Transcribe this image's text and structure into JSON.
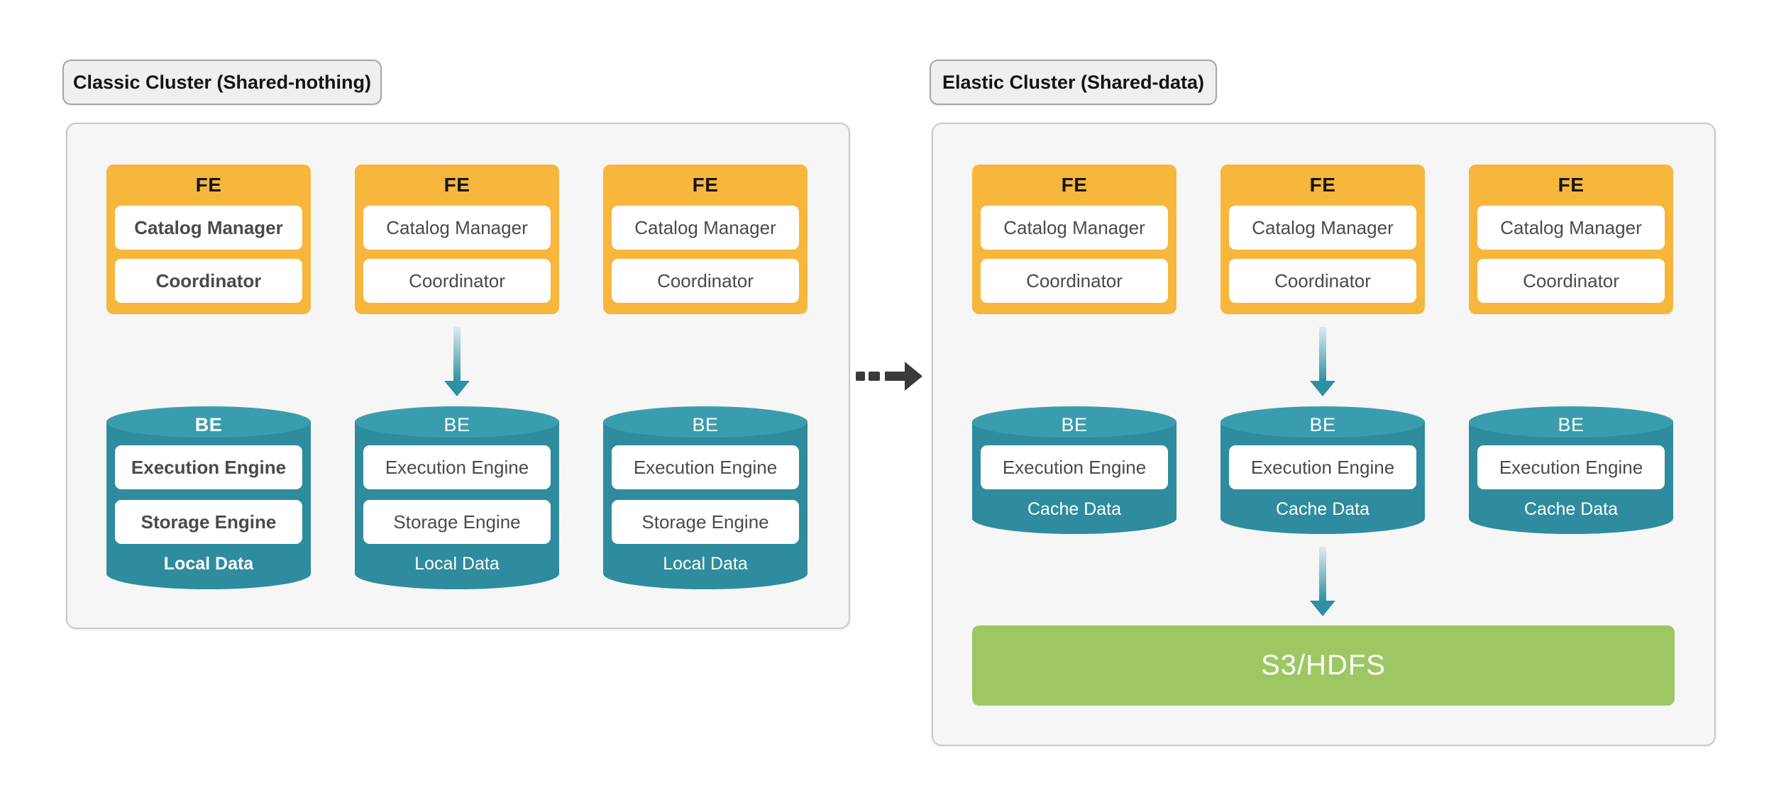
{
  "colors": {
    "fe_fill": "#F7B63C",
    "be_body": "#2E8C9E",
    "be_top": "#3A9DAD",
    "storage_fill": "#9CC763",
    "panel_bg": "#F6F6F6",
    "panel_border": "#C9C9C9",
    "badge_bg": "#EFEFEF",
    "badge_border": "#A6A6A6",
    "arrow_teal": "#2F8FA3",
    "arrow_gradient_start": "#DCEBEF",
    "arrow_dark": "#3A3A3A",
    "component_text": "#4A4A4A",
    "label_dark": "#141414"
  },
  "icons": {
    "cluster_transition_arrow": "dashed-right-arrow",
    "fe_to_be_arrow": "teal-down-arrow",
    "be_to_storage_arrow": "teal-down-arrow"
  },
  "left_cluster": {
    "title": "Classic Cluster (Shared-nothing)",
    "fe_nodes": [
      {
        "label": "FE",
        "components": [
          "Catalog Manager",
          "Coordinator"
        ]
      },
      {
        "label": "FE",
        "components": [
          "Catalog Manager",
          "Coordinator"
        ]
      },
      {
        "label": "FE",
        "components": [
          "Catalog Manager",
          "Coordinator"
        ]
      }
    ],
    "be_nodes": [
      {
        "label": "BE",
        "components": [
          "Execution Engine",
          "Storage Engine"
        ],
        "data_label": "Local Data"
      },
      {
        "label": "BE",
        "components": [
          "Execution Engine",
          "Storage Engine"
        ],
        "data_label": "Local Data"
      },
      {
        "label": "BE",
        "components": [
          "Execution Engine",
          "Storage Engine"
        ],
        "data_label": "Local Data"
      }
    ]
  },
  "right_cluster": {
    "title": "Elastic Cluster (Shared-data)",
    "fe_nodes": [
      {
        "label": "FE",
        "components": [
          "Catalog Manager",
          "Coordinator"
        ]
      },
      {
        "label": "FE",
        "components": [
          "Catalog Manager",
          "Coordinator"
        ]
      },
      {
        "label": "FE",
        "components": [
          "Catalog Manager",
          "Coordinator"
        ]
      }
    ],
    "be_nodes": [
      {
        "label": "BE",
        "components": [
          "Execution Engine"
        ],
        "data_label": "Cache Data"
      },
      {
        "label": "BE",
        "components": [
          "Execution Engine"
        ],
        "data_label": "Cache Data"
      },
      {
        "label": "BE",
        "components": [
          "Execution Engine"
        ],
        "data_label": "Cache Data"
      }
    ],
    "storage_label": "S3/HDFS"
  }
}
